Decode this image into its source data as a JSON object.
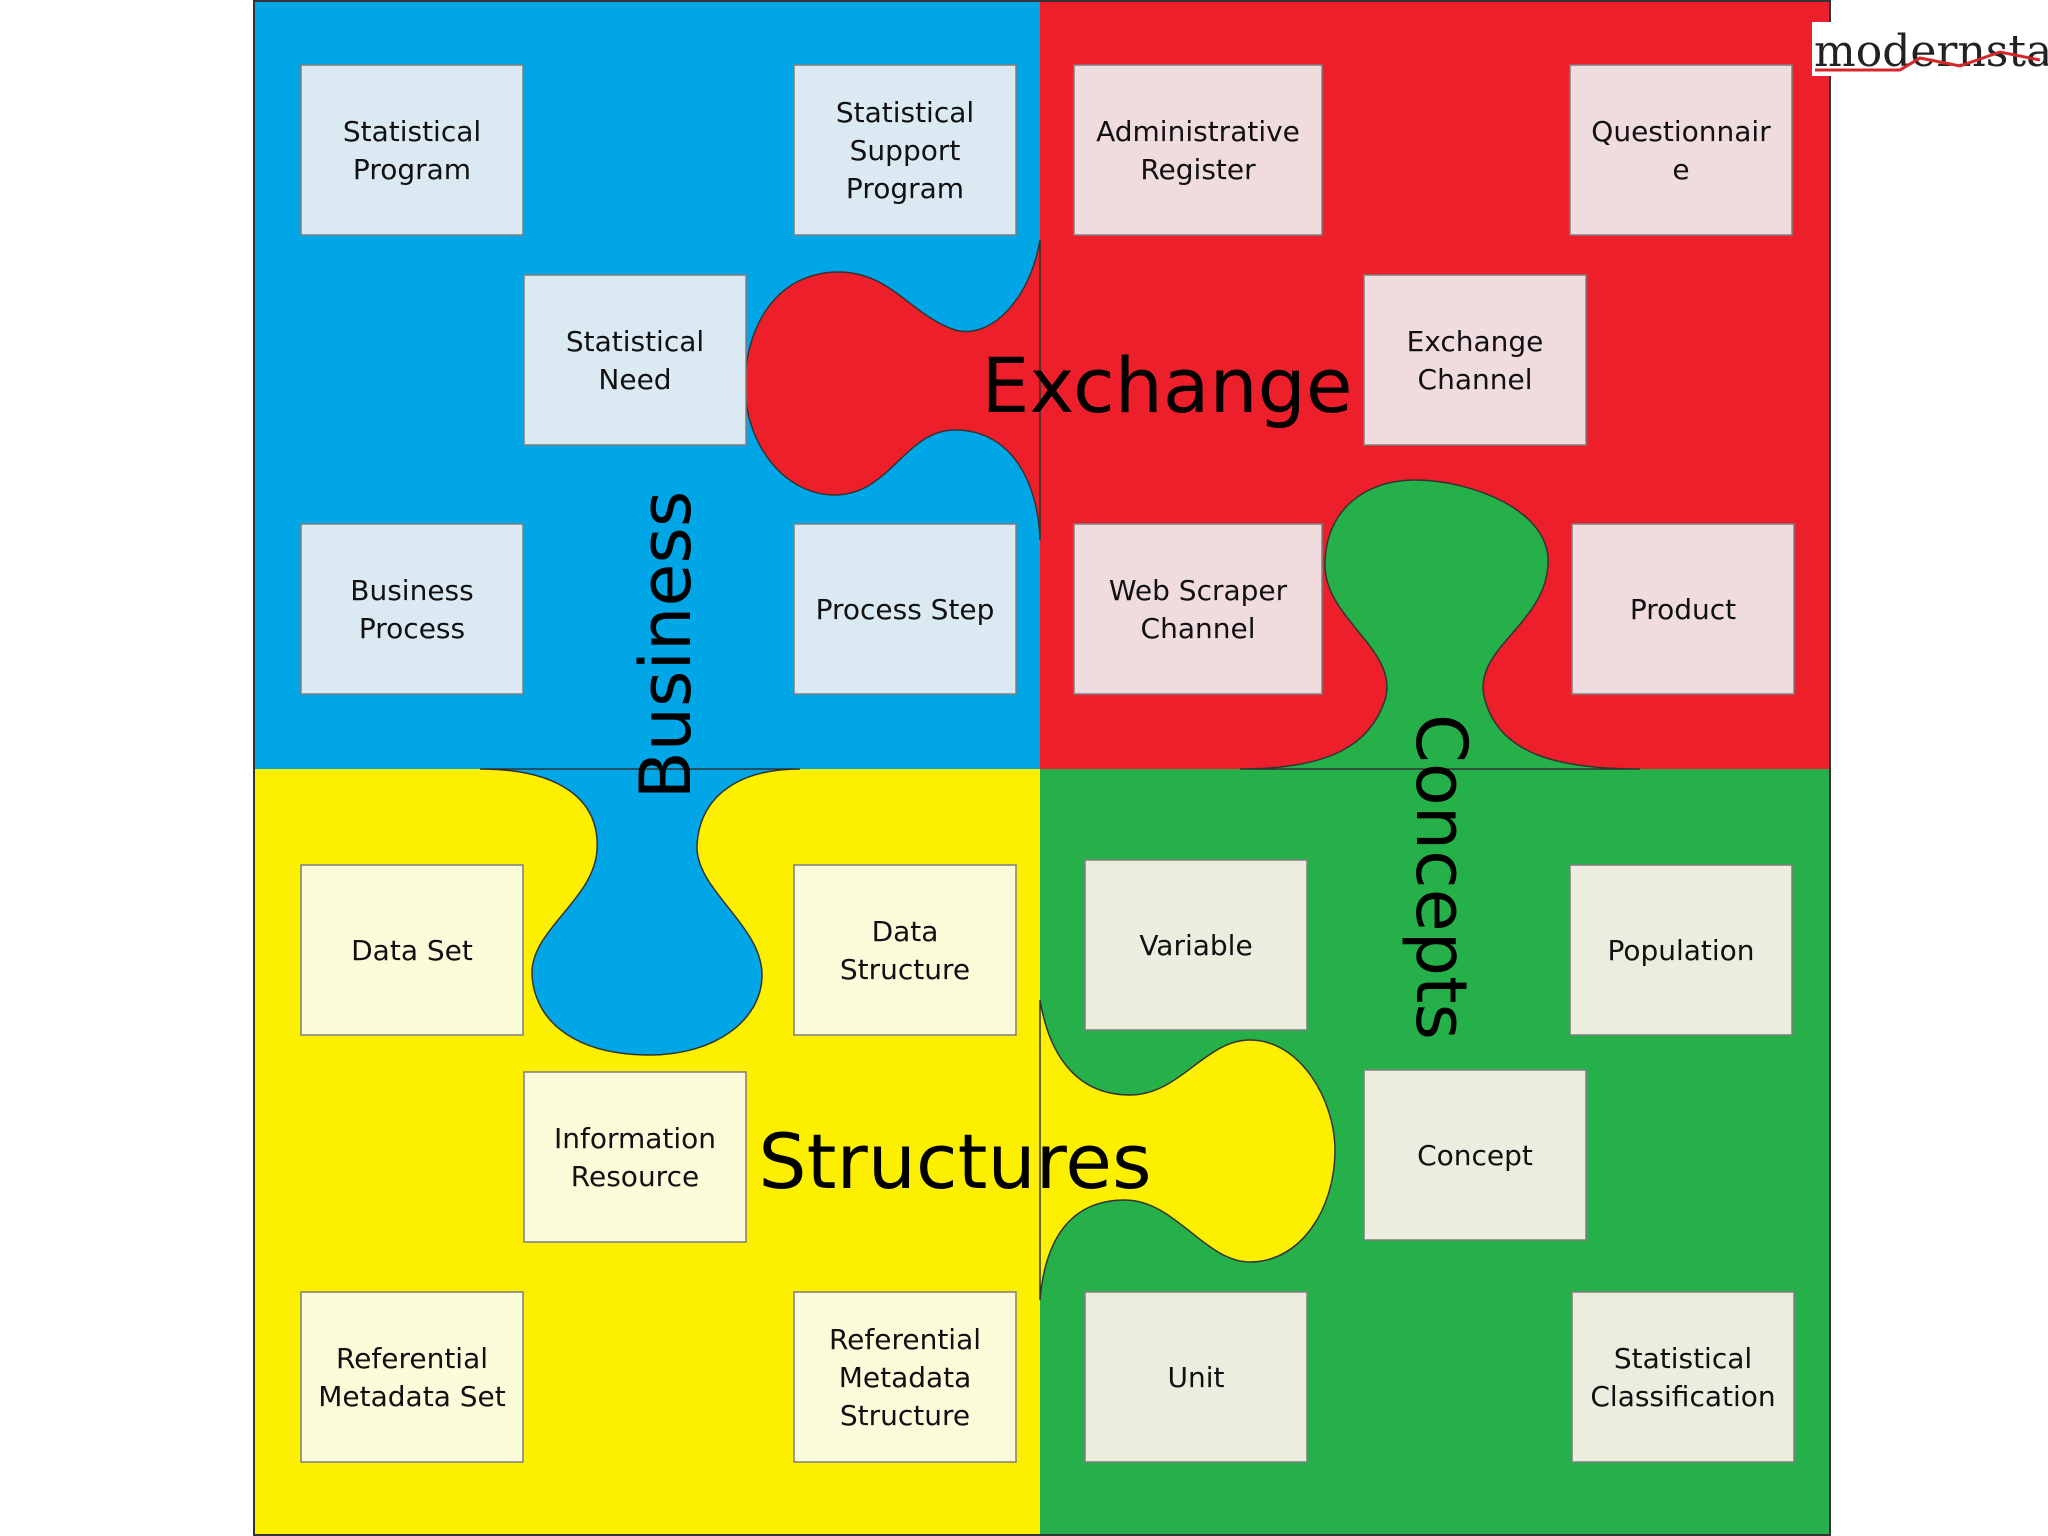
{
  "colors": {
    "business": "#00a6e6",
    "exchange": "#ed1f2a",
    "structures": "#fcef00",
    "concepts": "#25b04a",
    "box_business": "#dbeaf2",
    "box_exchange": "#f0dcdf",
    "box_structures": "#fbfbda",
    "box_concepts": "#ececdf"
  },
  "quadrants": {
    "business": "Business",
    "exchange": "Exchange",
    "structures": "Structures",
    "concepts": "Concepts"
  },
  "logo": {
    "text": "modernstats",
    "accent_colors": [
      "#1f77b4",
      "#ff7f0e",
      "#2ca02c",
      "#d62728",
      "#9467bd"
    ]
  },
  "boxes": {
    "statistical_program": [
      "Statistical",
      "Program"
    ],
    "statistical_support_program": [
      "Statistical",
      "Support",
      "Program"
    ],
    "statistical_need": [
      "Statistical",
      "Need"
    ],
    "business_process": [
      "Business",
      "Process"
    ],
    "process_step": [
      "Process Step"
    ],
    "administrative_register": [
      "Administrative",
      "Register"
    ],
    "questionnaire": [
      "Questionnair",
      "e"
    ],
    "exchange_channel": [
      "Exchange",
      "Channel"
    ],
    "web_scraper_channel": [
      "Web Scraper",
      "Channel"
    ],
    "product": [
      "Product"
    ],
    "data_set": [
      "Data Set"
    ],
    "data_structure": [
      "Data",
      "Structure"
    ],
    "information_resource": [
      "Information",
      "Resource"
    ],
    "referential_metadata_set": [
      "Referential",
      "Metadata Set"
    ],
    "referential_metadata_structure": [
      "Referential",
      "Metadata",
      "Structure"
    ],
    "variable": [
      "Variable"
    ],
    "population": [
      "Population"
    ],
    "concept": [
      "Concept"
    ],
    "unit": [
      "Unit"
    ],
    "statistical_classification": [
      "Statistical",
      "Classification"
    ]
  }
}
